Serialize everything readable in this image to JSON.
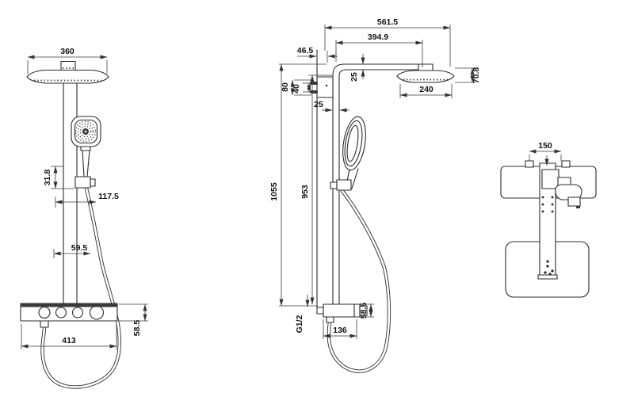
{
  "colors": {
    "line": "#2b2b2b",
    "dimension": "#3a3a3a",
    "text": "#111111",
    "panel_top_band": "#3a3a3a",
    "background": "#ffffff"
  },
  "views": {
    "front": {
      "dims": {
        "head_width": "360",
        "hand_shower_offset": "31.8",
        "hand_shower_reach": "117.5",
        "column_offset": "59.5",
        "panel_width": "413",
        "panel_height": "58.5"
      }
    },
    "side": {
      "dims": {
        "overall_reach": "561.5",
        "arm_reach": "394.9",
        "wall_to_bend": "46.5",
        "arm_tube": "25",
        "bracket_screw_outer": "80",
        "bracket_screw_inner": "40",
        "column_width": "25",
        "head_diameter": "240",
        "head_thickness": "70.8",
        "overall_height": "1055",
        "column_height": "953",
        "inlet_thread": "G1/2",
        "valve_width": "136",
        "valve_height": "58.5"
      }
    },
    "top": {
      "dims": {
        "inlet_spacing": "150"
      }
    }
  }
}
